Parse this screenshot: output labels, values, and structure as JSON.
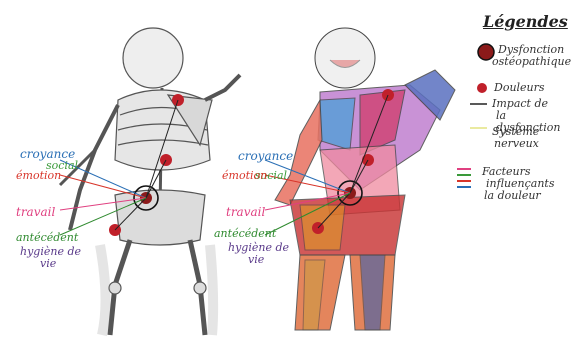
{
  "legend": {
    "title": "Légendes",
    "dysfunction_line1": "Dysfonction",
    "dysfunction_line2": "ostéopathique",
    "pain": "Douleurs",
    "impact_line1": "Impact de",
    "impact_line2": "la dysfonction",
    "nervous_line1": "Système",
    "nervous_line2": "nerveux",
    "factors_line1": "Facteurs",
    "factors_line2": "influençants",
    "factors_line3": "la douleur"
  },
  "factors": {
    "croyance": "croyance",
    "social": "social",
    "emotion": "émotion",
    "travail": "travail",
    "antecedent": "antécédent",
    "hygiene_line1": "hygiène de",
    "hygiene_line2": "vie"
  },
  "colors": {
    "dysfunction_red": "#8b1a1a",
    "pain_red": "#c0202a",
    "croyance_blue": "#2a6fb5",
    "social_green": "#3a9a3a",
    "emotion_red": "#d8352a",
    "travail_pink": "#e04080",
    "antecedent_green": "#2f8a2f",
    "hygiene_purple": "#5a3a8a"
  }
}
